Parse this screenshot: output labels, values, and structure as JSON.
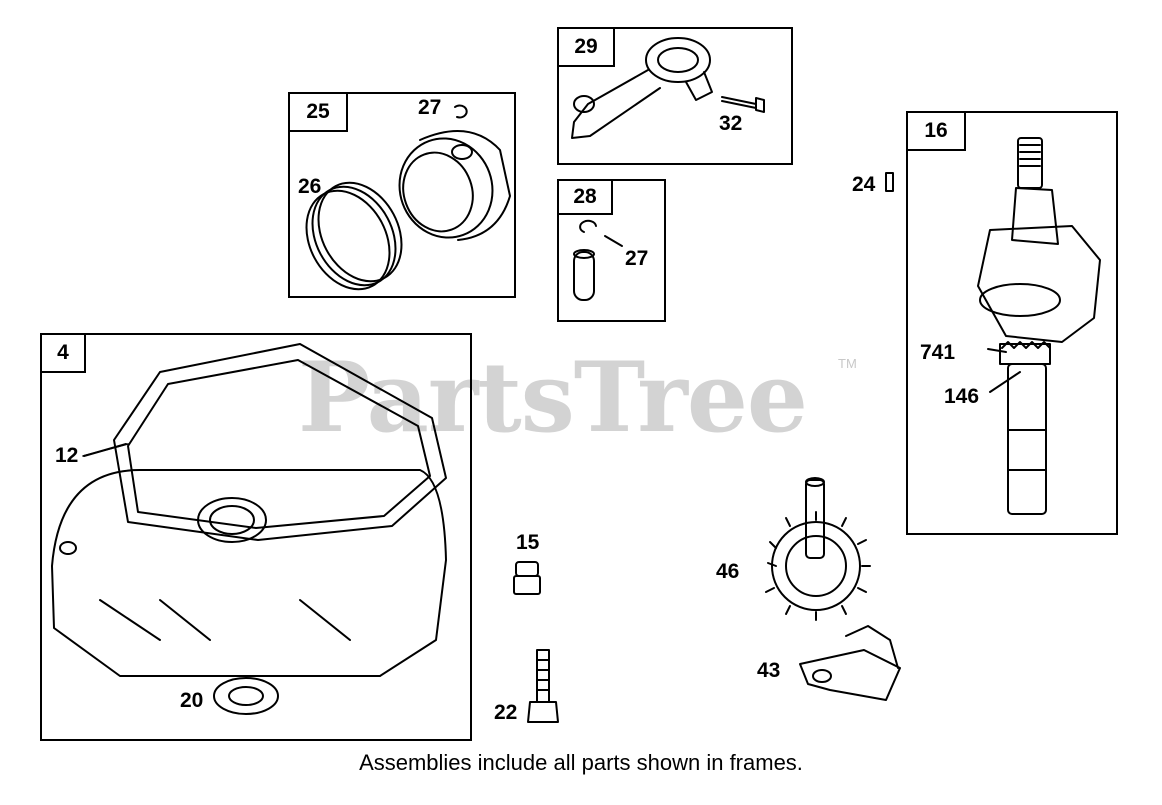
{
  "watermark": {
    "text": "PartsTree",
    "trademark": "TM"
  },
  "frames": [
    {
      "id": "frame-25",
      "number": "25"
    },
    {
      "id": "frame-29",
      "number": "29"
    },
    {
      "id": "frame-28",
      "number": "28"
    },
    {
      "id": "frame-16",
      "number": "16"
    },
    {
      "id": "frame-4",
      "number": "4"
    }
  ],
  "callouts": {
    "c27_piston": "27",
    "c26": "26",
    "c32": "32",
    "c27_pin": "27",
    "c24": "24",
    "c741": "741",
    "c146": "146",
    "c12": "12",
    "c15": "15",
    "c46": "46",
    "c43": "43",
    "c20": "20",
    "c22": "22"
  },
  "caption": "Assemblies include all parts shown in frames."
}
